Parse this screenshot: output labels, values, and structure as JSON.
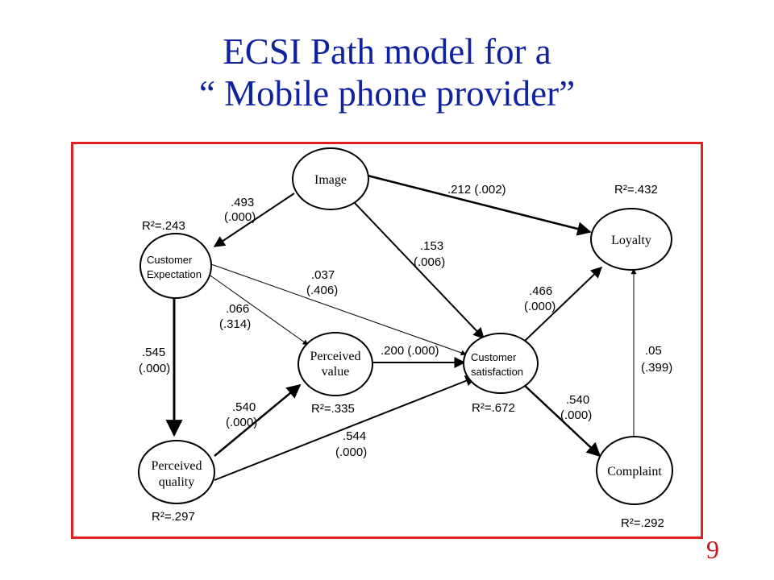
{
  "slide": {
    "title_line1": "ECSI Path model for a",
    "title_line2": "“ Mobile phone provider”",
    "page_number": "9"
  },
  "colors": {
    "title": "#10239e",
    "frame_border": "#e02020",
    "page_number": "#c4161c"
  },
  "nodes": {
    "image": "Image",
    "customer_expectation_line1": "Customer",
    "customer_expectation_line2": "Expectation",
    "perceived_value_line1": "Perceived",
    "perceived_value_line2": "value",
    "perceived_quality_line1": "Perceived",
    "perceived_quality_line2": "quality",
    "customer_satisfaction_line1": "Customer",
    "customer_satisfaction_line2": "satisfaction",
    "loyalty": "Loyalty",
    "complaint": "Complaint"
  },
  "r_squared": {
    "customer_expectation": "R²=.243",
    "perceived_value": "R²=.335",
    "perceived_quality": "R²=.297",
    "customer_satisfaction": "R²=.672",
    "loyalty": "R²=.432",
    "complaint": "R²=.292"
  },
  "paths": {
    "image_to_expectation_coef": ".493",
    "image_to_expectation_p": "(.000)",
    "image_to_loyalty": ".212 (.002)",
    "image_to_satisfaction_coef": ".153",
    "image_to_satisfaction_p": "(.006)",
    "expectation_to_satisfaction_coef": ".037",
    "expectation_to_satisfaction_p": "(.406)",
    "expectation_to_value_coef": ".066",
    "expectation_to_value_p": "(.314)",
    "expectation_to_quality_coef": ".545",
    "expectation_to_quality_p": "(.000)",
    "value_to_satisfaction": ".200 (.000)",
    "quality_to_value_coef": ".540",
    "quality_to_value_p": "(.000)",
    "quality_to_satisfaction_coef": ".544",
    "quality_to_satisfaction_p": "(.000)",
    "satisfaction_to_loyalty_coef": ".466",
    "satisfaction_to_loyalty_p": "(.000)",
    "satisfaction_to_complaint_coef": ".540",
    "satisfaction_to_complaint_p": "(.000)",
    "complaint_to_loyalty_coef": ".05",
    "complaint_to_loyalty_p": "(.399)"
  }
}
